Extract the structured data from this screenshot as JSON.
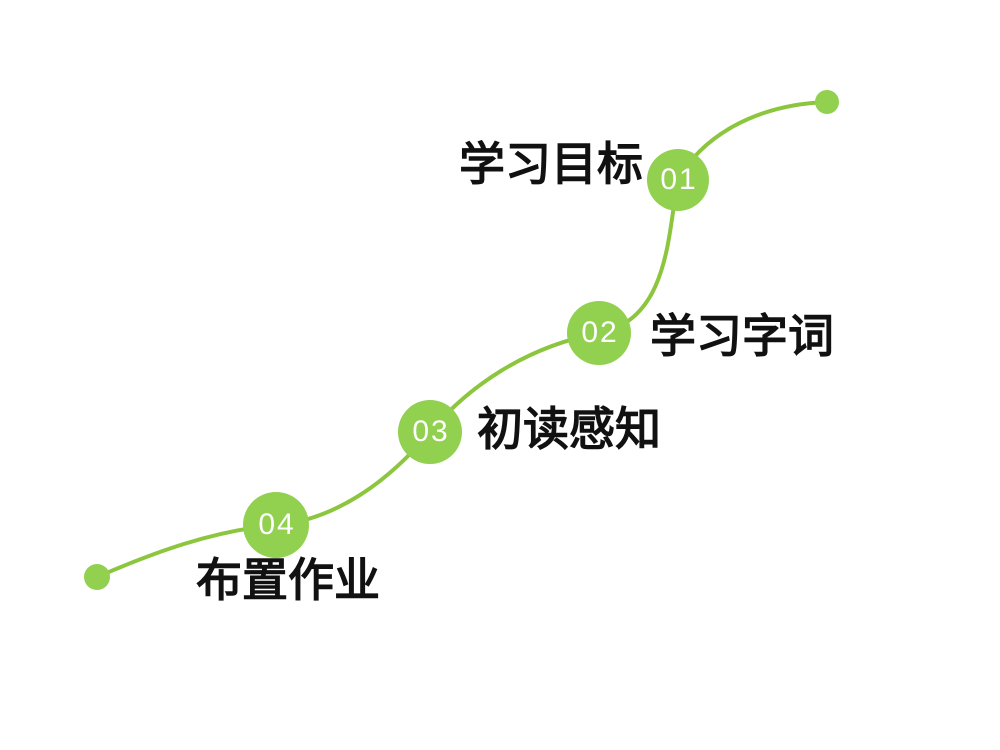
{
  "slide": {
    "background_color": "#ffffff"
  },
  "colors": {
    "circle_green": "#92d050",
    "line_green": "#8cc63f",
    "dot_green": "#92d050",
    "label_text": "#111111",
    "number_text": "#ffffff"
  },
  "steps": [
    {
      "number": "01",
      "label": "学习目标"
    },
    {
      "number": "02",
      "label": "学习字词"
    },
    {
      "number": "03",
      "label": "初读感知"
    },
    {
      "number": "04",
      "label": "布置作业"
    }
  ]
}
